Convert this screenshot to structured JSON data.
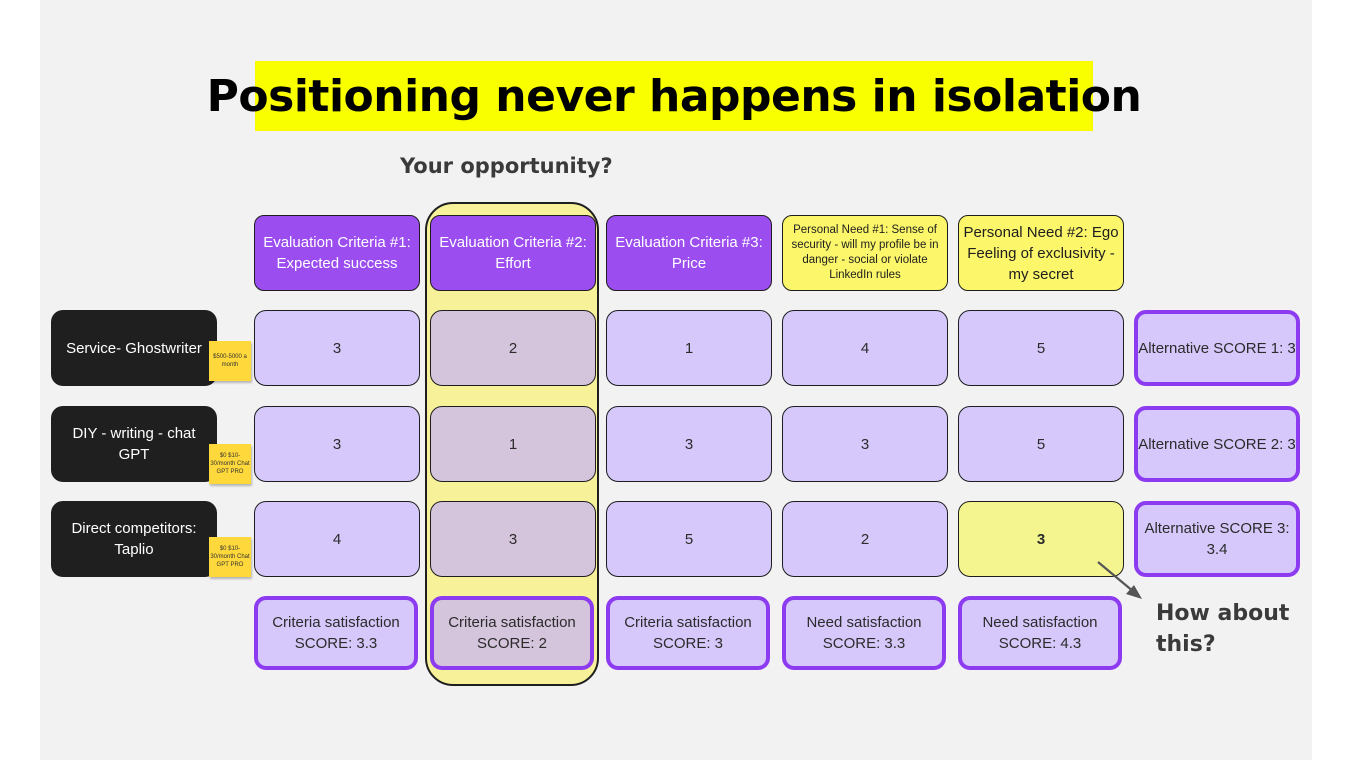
{
  "title": "Positioning never happens in isolation",
  "opportunity_label": "Your opportunity?",
  "headers": [
    "Evaluation Criteria #1: Expected success",
    "Evaluation Criteria #2: Effort",
    "Evaluation Criteria #3: Price",
    "Personal Need #1: Sense of security - will my profile be in danger - social or violate LinkedIn rules",
    "Personal Need #2: Ego Feeling of exclusivity - my secret"
  ],
  "rows": [
    {
      "label": "Service- Ghostwriter",
      "sticky": "$500-5000 a month",
      "values": [
        "3",
        "2",
        "1",
        "4",
        "5"
      ],
      "alt_score": "Alternative SCORE 1: 3"
    },
    {
      "label": "DIY - writing - chat GPT",
      "sticky": "$0 $10-30/month Chat GPT PRO",
      "values": [
        "3",
        "1",
        "3",
        "3",
        "5"
      ],
      "alt_score": "Alternative SCORE 2: 3"
    },
    {
      "label": "Direct competitors: Taplio",
      "sticky": "$0 $10-30/month Chat GPT PRO",
      "values": [
        "4",
        "3",
        "5",
        "2",
        "3"
      ],
      "alt_score": "Alternative SCORE 3: 3.4"
    }
  ],
  "footer_scores": [
    "Criteria satisfaction SCORE: 3.3",
    "Criteria satisfaction SCORE: 2",
    "Criteria satisfaction SCORE: 3",
    "Need satisfaction SCORE: 3.3",
    "Need satisfaction SCORE: 4.3"
  ],
  "annotation": "How about this?",
  "colors": {
    "title_highlight": "#faff00",
    "header_purple": "#9b4df0",
    "header_yellow": "#fbf66a",
    "cell_lavender": "#d6c8fb",
    "score_border": "#8d3bf0",
    "row_label_dark": "#1f1f1f",
    "sticky_note": "#ffd93b",
    "highlight_column": "#f7f29a"
  }
}
